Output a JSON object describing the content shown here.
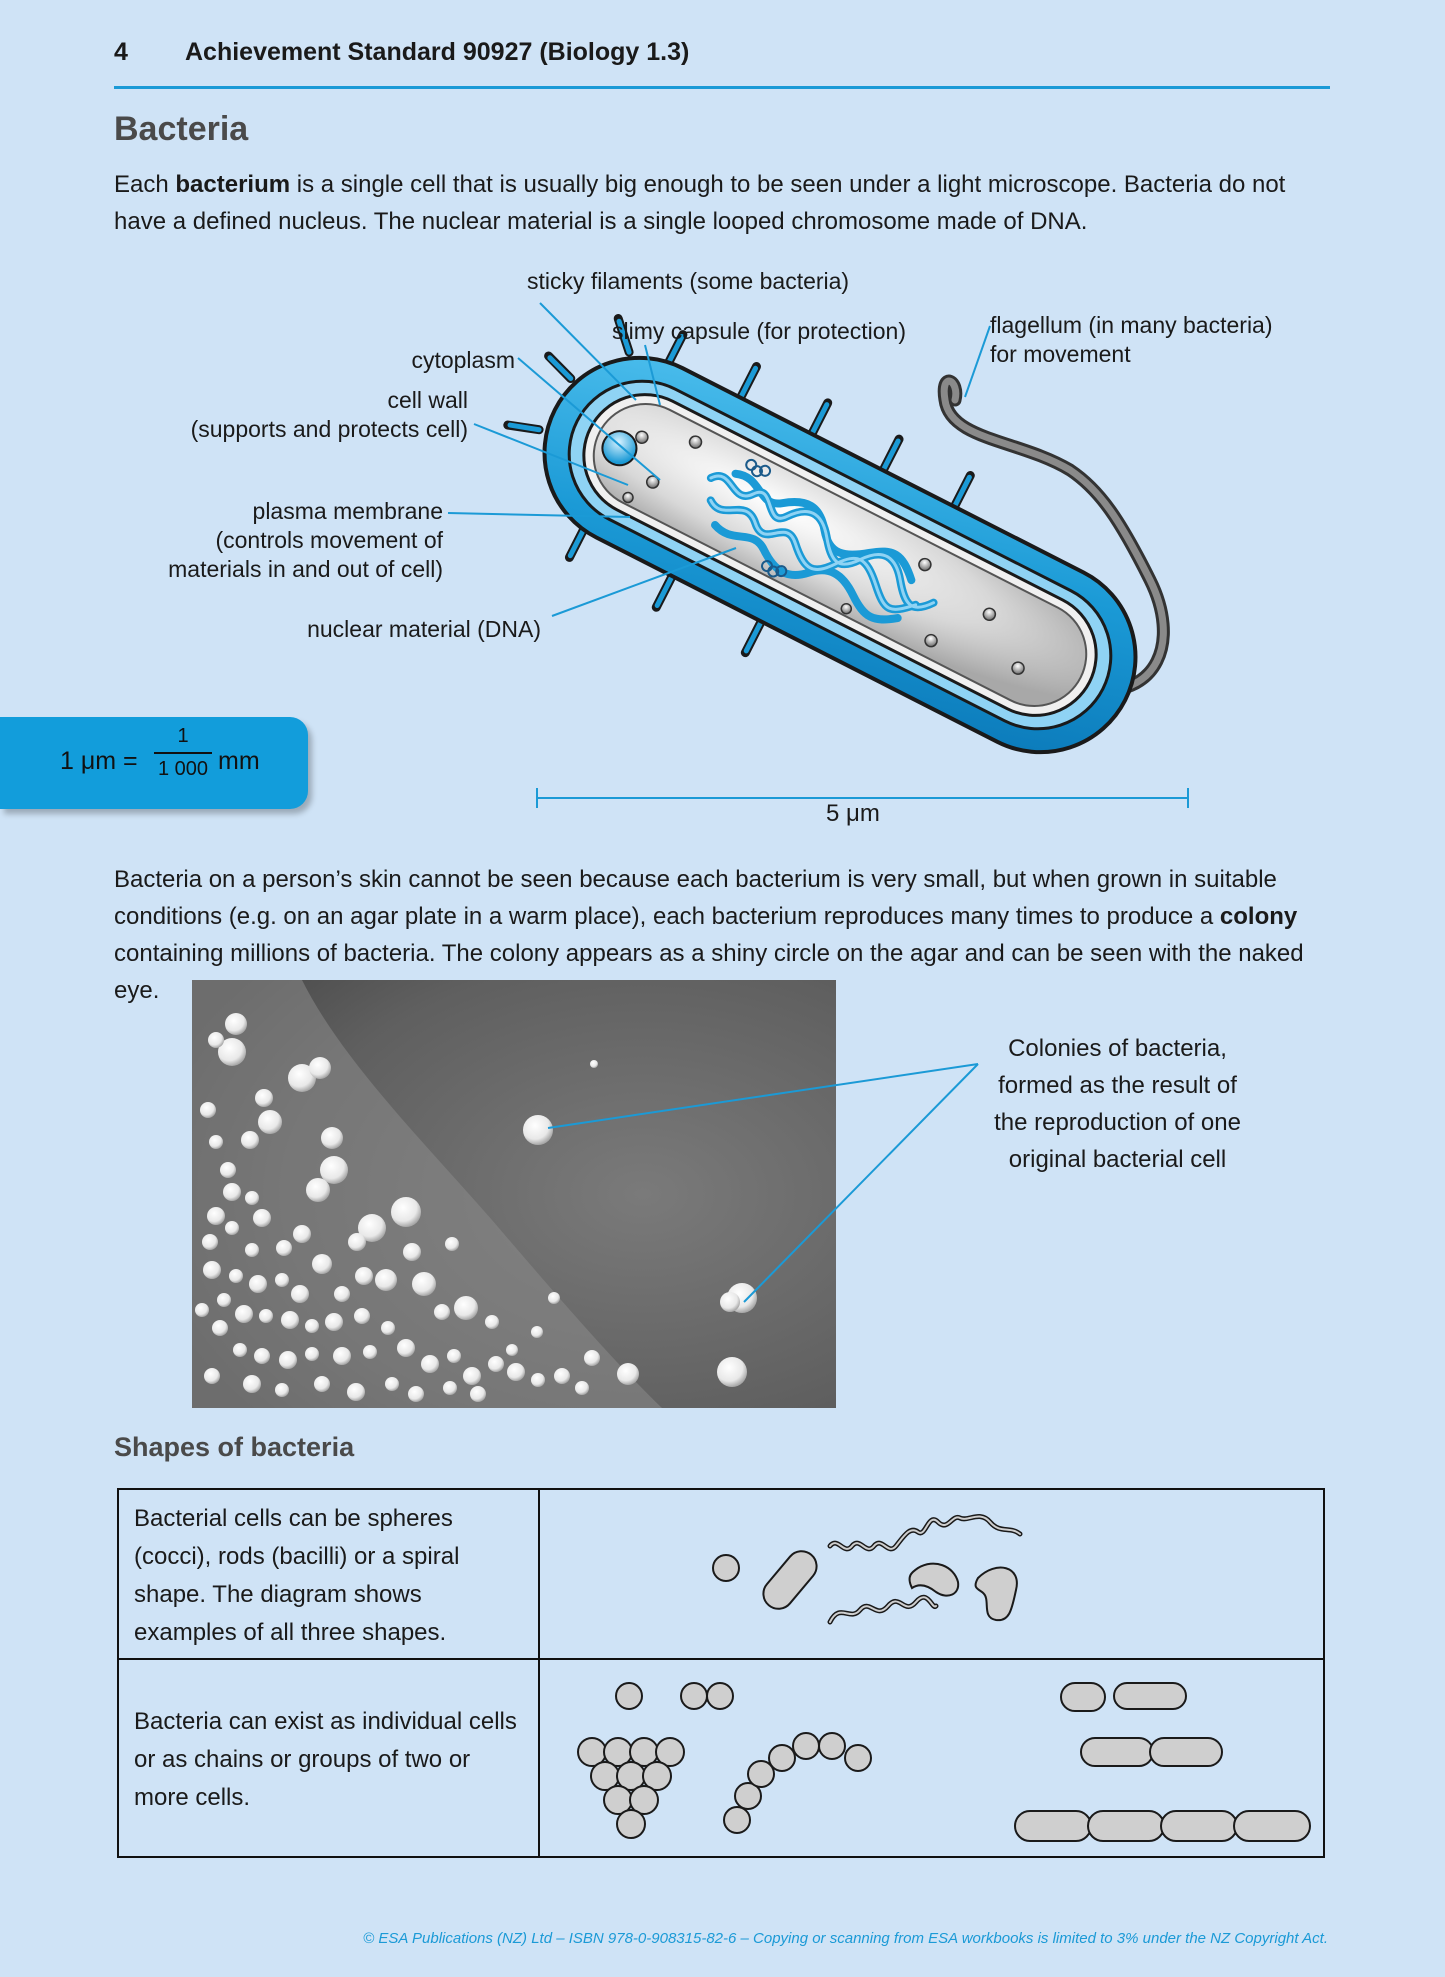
{
  "header": {
    "page_number": "4",
    "title": "Achievement Standard 90927 (Biology 1.3)"
  },
  "section_title": "Bacteria",
  "intro": {
    "part1": "Each ",
    "bold": "bacterium",
    "part2": " is a single cell that is usually big enough to be seen under a light microscope. Bacteria do not have a defined nucleus. The nuclear material is a single looped chromosome made of DNA."
  },
  "diagram_labels": {
    "sticky_filaments": "sticky filaments (some bacteria)",
    "slimy_capsule": "slimy capsule (for protection)",
    "flagellum_1": "flagellum (in many bacteria)",
    "flagellum_2": "for movement",
    "cytoplasm": "cytoplasm",
    "cell_wall_1": "cell wall",
    "cell_wall_2": "(supports and protects cell)",
    "plasma_membrane_1": "plasma membrane",
    "plasma_membrane_2": "(controls movement of",
    "plasma_membrane_3": "materials in and out of cell)",
    "nuclear_material": "nuclear material (DNA)"
  },
  "unit_conversion": {
    "lhs": "1 μm =",
    "numerator": "1",
    "denominator": "1 000",
    "unit": "mm"
  },
  "scale_bar": {
    "label": "5 μm"
  },
  "colony_para": {
    "part1": "Bacteria on a person’s skin cannot be seen because each bacterium is very small, but when grown in suitable conditions (e.g. on an agar plate in a warm place), each bacterium reproduces many times to produce a ",
    "bold": "colony",
    "part2": " containing millions of bacteria. The colony appears as a shiny circle on the agar and can be seen with the naked eye."
  },
  "photo_label": {
    "line1": "Colonies of bacteria,",
    "line2": "formed as the result of",
    "line3": "the reproduction of one",
    "line4": "original bacterial cell"
  },
  "shapes_title": "Shapes of bacteria",
  "table": {
    "row1": "Bacterial cells can be spheres (cocci), rods (bacilli) or a spiral shape. The diagram shows examples of all three shapes.",
    "row2": "Bacteria can exist as individual cells or as chains or groups of two or more cells."
  },
  "footer": "© ESA Publications (NZ) Ltd  –  ISBN 978-0-908315-82-6  –  Copying or scanning from ESA workbooks is limited to 3% under the NZ Copyright Act.",
  "colors": {
    "accent": "#1b9ad6",
    "page_bg": "#cfe3f6",
    "unit_box": "#129ddb"
  }
}
